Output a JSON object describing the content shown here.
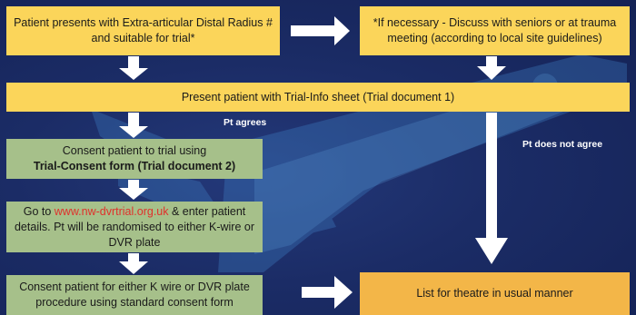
{
  "boxes": {
    "start": "Patient presents with Extra-articular Distal Radius # and suitable for trial*",
    "discuss": "*If necessary - Discuss with seniors or at trauma meeting (according to local site guidelines)",
    "present": "Present patient with Trial-Info sheet (Trial document 1)",
    "consent_line1": "Consent patient to trial using",
    "consent_line2": "Trial-Consent form (Trial document 2)",
    "goto_prefix": "Go to ",
    "goto_link": "www.nw-dvrtrial.org.uk",
    "goto_suffix": " & enter patient details.  Pt will be randomised to either K-wire or DVR plate",
    "procedure": "Consent patient for either K wire or DVR plate procedure using standard consent form",
    "theatre": "List for theatre in usual manner"
  },
  "labels": {
    "agrees": "Pt agrees",
    "not_agree": "Pt does not agree"
  },
  "colors": {
    "background": "#1b2c66",
    "yellow_box": "#fbd55a",
    "green_box": "#a6c08a",
    "orange_box": "#f3b648",
    "arrow": "#ffffff",
    "link": "#e0312c"
  }
}
